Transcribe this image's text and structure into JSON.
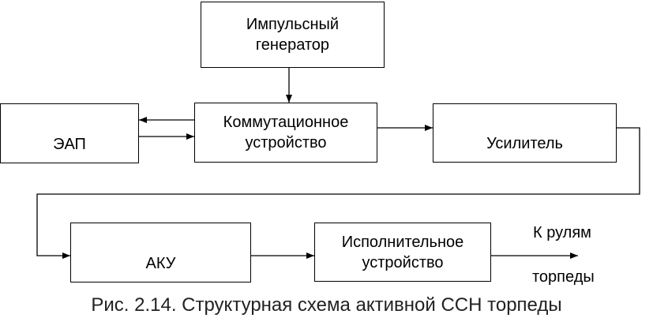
{
  "blocks": {
    "generator": "Импульсный\nгенератор",
    "eap": "ЭАП",
    "switch": "Коммутационное\nустройство",
    "amplifier": "Усилитель",
    "aku": "АКУ",
    "actuator": "Исполнительное\nустройство"
  },
  "output_label": {
    "line1": "К рулям",
    "line2": "торпеды"
  },
  "caption": "Рис. 2.14. Структурная схема активной ССН торпеды"
}
